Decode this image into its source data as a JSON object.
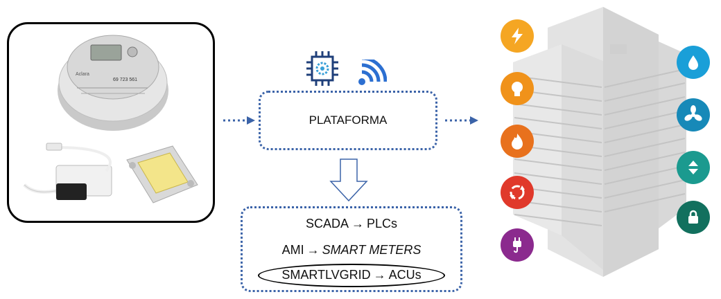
{
  "center": {
    "platform_label": "PLATAFORMA",
    "systems": [
      {
        "left": "SCADA",
        "arrow": "→",
        "right": "PLCs",
        "right_italic": false
      },
      {
        "left": "AMI",
        "arrow": "→",
        "right": "SMART METERS",
        "right_italic": true
      },
      {
        "left": "SMARTLVGRID",
        "arrow": "→",
        "right": "ACUs",
        "right_italic": false,
        "highlighted": true
      }
    ]
  },
  "meter_brand": "Aclara",
  "meter_number": "69 723 561",
  "building_left_icons": [
    {
      "name": "lightning-icon",
      "color": "#f5a623"
    },
    {
      "name": "bulb-icon",
      "color": "#f0921a"
    },
    {
      "name": "flame-icon",
      "color": "#e8711d"
    },
    {
      "name": "recycle-icon",
      "color": "#e0392b"
    },
    {
      "name": "plug-icon",
      "color": "#8b2a8e"
    }
  ],
  "building_right_icons": [
    {
      "name": "water-drop-icon",
      "color": "#1a9fd8"
    },
    {
      "name": "fan-icon",
      "color": "#1789b8"
    },
    {
      "name": "up-down-icon",
      "color": "#1b9a8f"
    },
    {
      "name": "lock-icon",
      "color": "#12705e"
    }
  ]
}
